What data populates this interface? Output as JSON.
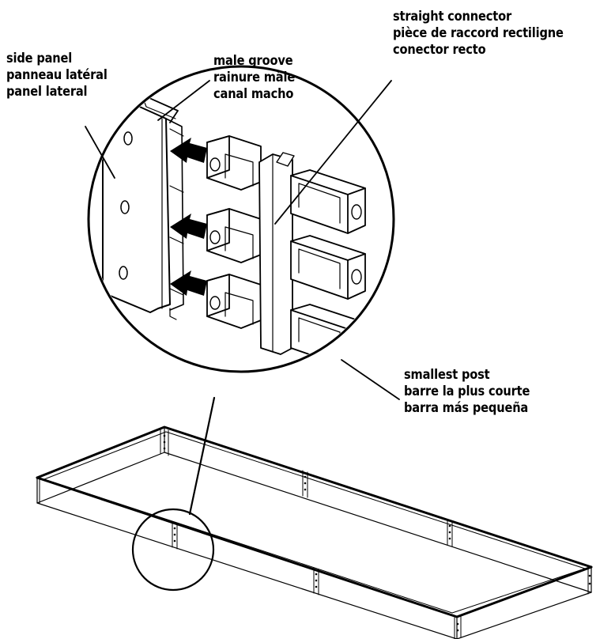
{
  "callouts": {
    "side_panel": [
      "side panel",
      "panneau latéral",
      "panel lateral"
    ],
    "male_groove": [
      "male groove",
      "rainure mâle",
      "canal macho"
    ],
    "straight_connector": [
      "straight connector",
      "pièce de raccord rectiligne",
      "conector recto"
    ],
    "smallest_post": [
      "smallest post",
      "barre la plus courte",
      "barra más pequeña"
    ]
  },
  "colors": {
    "ink": "#000000",
    "paper": "#ffffff"
  }
}
